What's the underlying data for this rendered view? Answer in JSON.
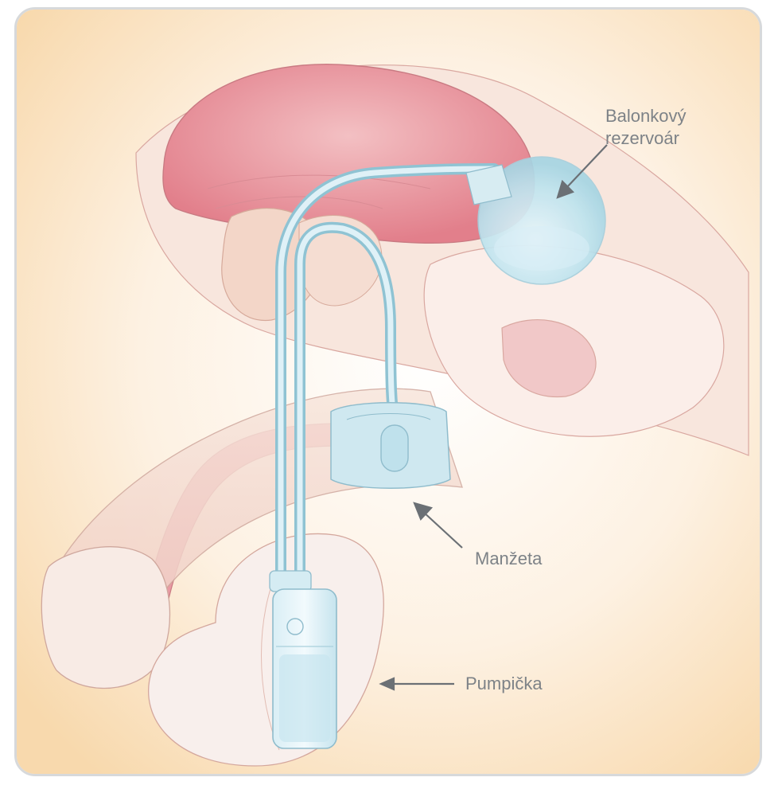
{
  "labels": {
    "reservoir": {
      "line1": "Balonkový",
      "line2": "rezervoár"
    },
    "cuff": "Manžeta",
    "pump": "Pumpička"
  },
  "colors": {
    "frame_border": "#d7d9db",
    "background_warm": "#fbe3c4",
    "tissue_pink": "#f0b9b9",
    "bladder_red": "#e58f98",
    "device_blue": "#bfe3ee",
    "label_gray": "#7d8287"
  }
}
